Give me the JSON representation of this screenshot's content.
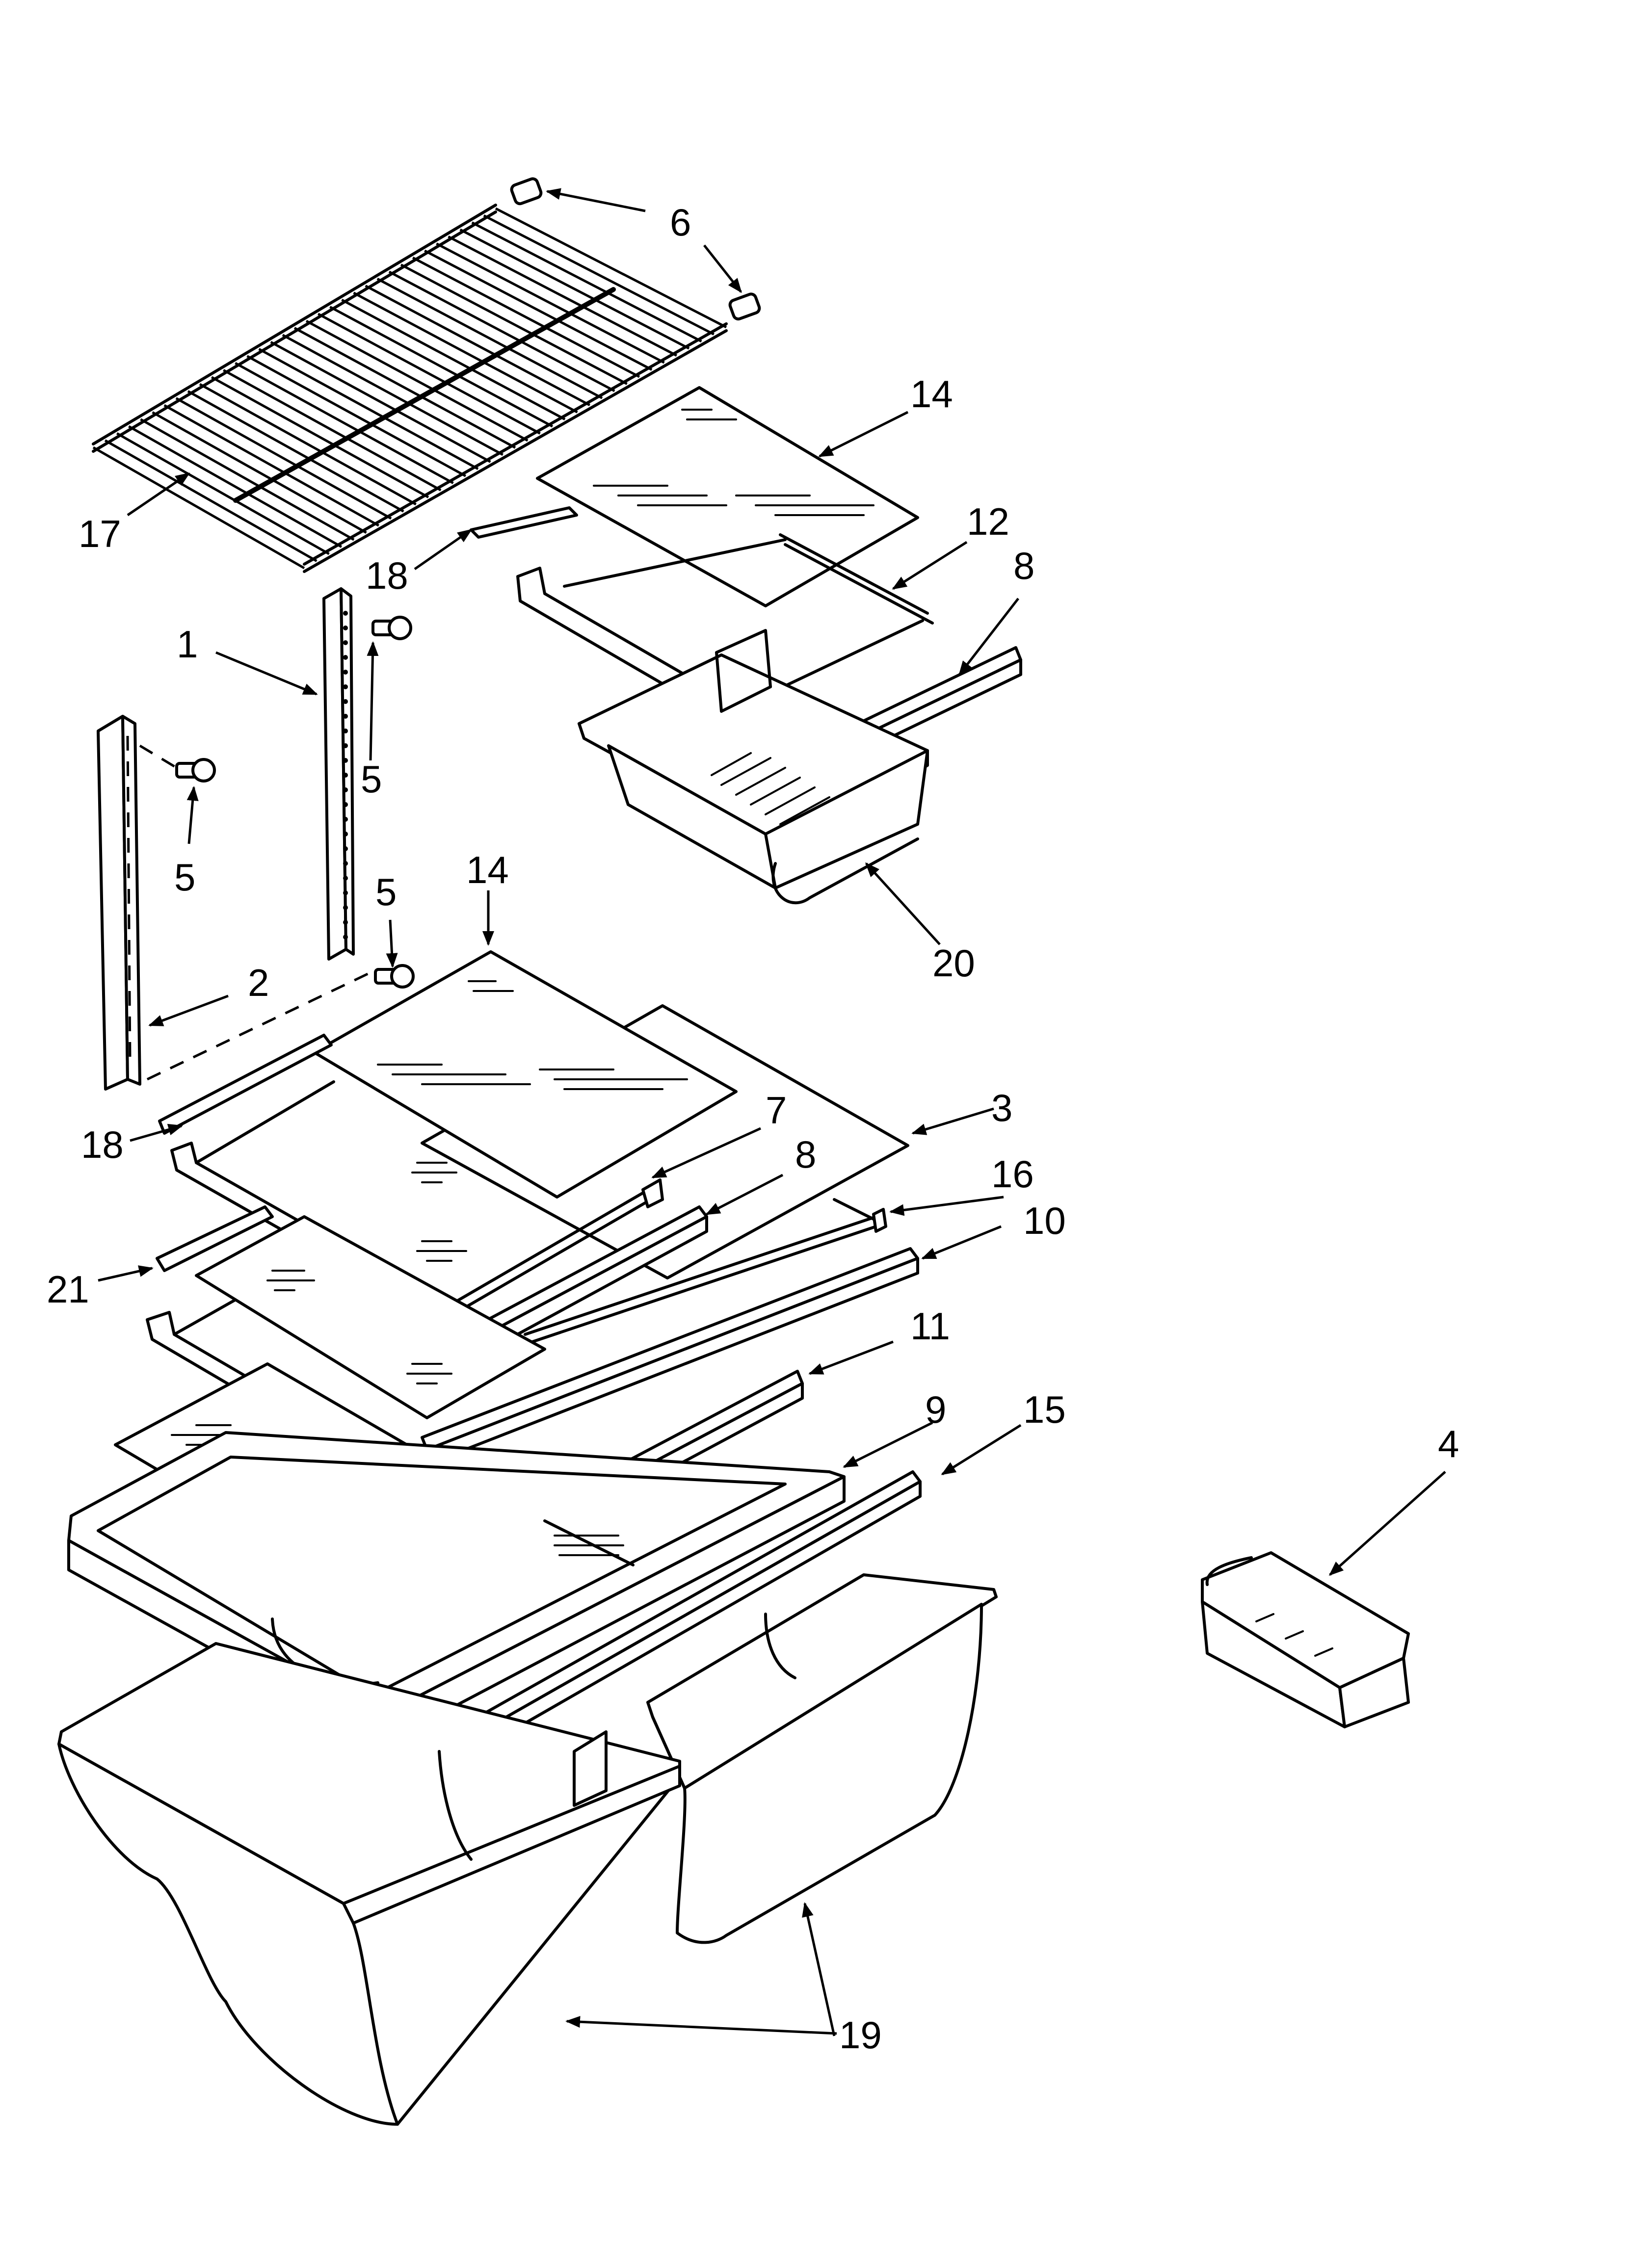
{
  "diagram": {
    "callouts": [
      {
        "id": "c6",
        "label": "6"
      },
      {
        "id": "c14a",
        "label": "14"
      },
      {
        "id": "c17",
        "label": "17"
      },
      {
        "id": "c12",
        "label": "12"
      },
      {
        "id": "c18a",
        "label": "18"
      },
      {
        "id": "c8a",
        "label": "8"
      },
      {
        "id": "c1",
        "label": "1"
      },
      {
        "id": "c5a",
        "label": "5"
      },
      {
        "id": "c5b",
        "label": "5"
      },
      {
        "id": "c5c",
        "label": "5"
      },
      {
        "id": "c20",
        "label": "20"
      },
      {
        "id": "c14b",
        "label": "14"
      },
      {
        "id": "c2",
        "label": "2"
      },
      {
        "id": "c7",
        "label": "7"
      },
      {
        "id": "c3",
        "label": "3"
      },
      {
        "id": "c18b",
        "label": "18"
      },
      {
        "id": "c8b",
        "label": "8"
      },
      {
        "id": "c16",
        "label": "16"
      },
      {
        "id": "c10",
        "label": "10"
      },
      {
        "id": "c21",
        "label": "21"
      },
      {
        "id": "c11",
        "label": "11"
      },
      {
        "id": "c9",
        "label": "9"
      },
      {
        "id": "c15",
        "label": "15"
      },
      {
        "id": "c4",
        "label": "4"
      },
      {
        "id": "c19",
        "label": "19"
      }
    ]
  }
}
